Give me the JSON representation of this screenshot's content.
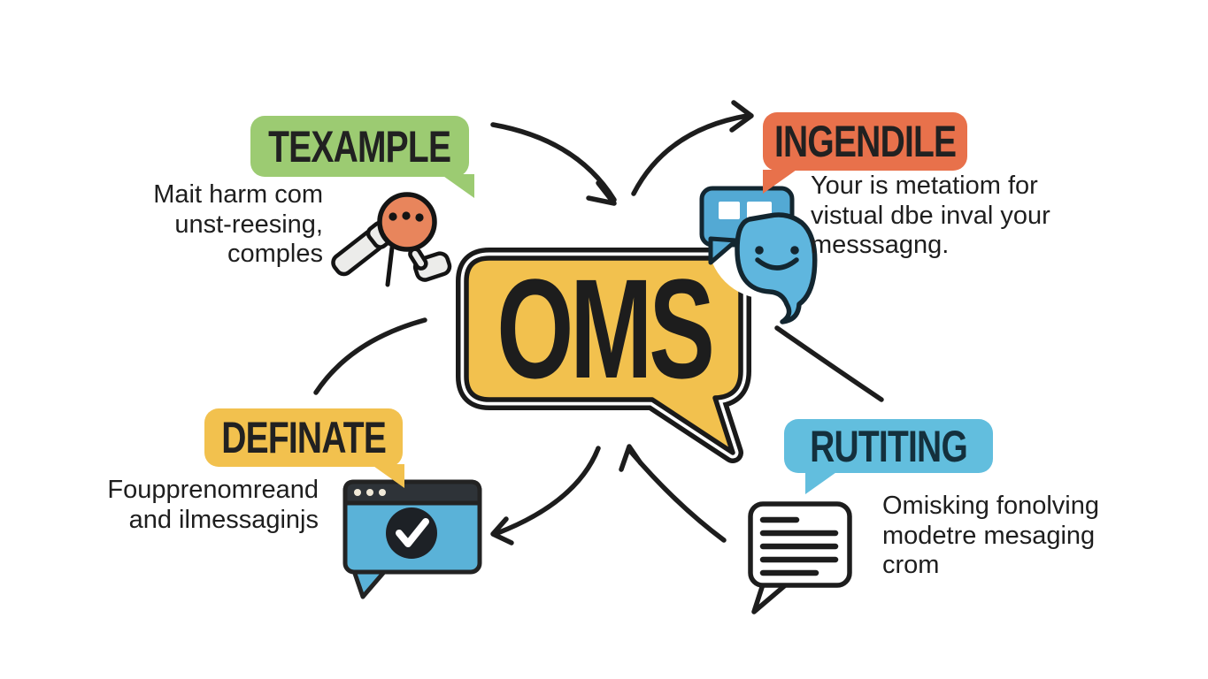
{
  "center": {
    "label": "OMS",
    "icon": "speech-bubble-icon"
  },
  "callouts": [
    {
      "id": "texample",
      "title": "TEXAMPLE",
      "body": "Mait harm com\nunst-reesing,\ncomples",
      "color": "#9ccb72",
      "icon": "typing-indicator-hands-icon"
    },
    {
      "id": "ingendile",
      "title": "INGENDILE",
      "body": "Your is metatiom for\nvistual dbe inval your\nmesssagng.",
      "color": "#e8714b",
      "icon": "chat-smiley-icon"
    },
    {
      "id": "definate",
      "title": "DEFINATE",
      "body": "Foupprenomreand\nand ilmessaginjs",
      "color": "#f2c14e",
      "icon": "browser-check-icon"
    },
    {
      "id": "rutiting",
      "title": "RUTITING",
      "body": "Omisking fonolving\nmodetre mesaging\ncrom",
      "color": "#62bede",
      "icon": "text-message-icon"
    }
  ],
  "colors": {
    "background": "#ffffff",
    "center_bubble": "#f2c14e",
    "outline": "#1d1d1d",
    "texample_bubble": "#9ccb72",
    "ingendile_bubble": "#e8714b",
    "definate_bubble": "#f2c14e",
    "rutiting_bubble": "#62bede",
    "icon_blue": "#57b3d9",
    "icon_orange": "#e8855c"
  }
}
